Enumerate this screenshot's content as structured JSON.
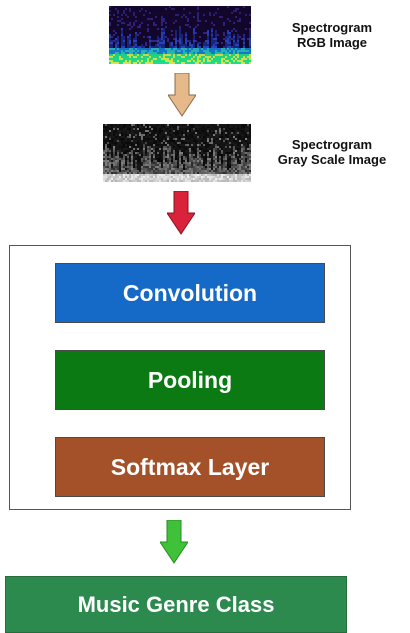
{
  "inputs": {
    "rgb_caption_line1": "Spectrogram",
    "rgb_caption_line2": "RGB Image",
    "gray_caption_line1": "Spectrogram",
    "gray_caption_line2": "Gray Scale Image"
  },
  "cnn": {
    "layers": [
      {
        "label": "Convolution",
        "color": "#1569c7"
      },
      {
        "label": "Pooling",
        "color": "#0b7a12"
      },
      {
        "label": "Softmax Layer",
        "color": "#a4512a"
      }
    ]
  },
  "output": {
    "label": "Music Genre Class",
    "color": "#2d8a4f"
  },
  "arrows": {
    "arrow1_color": "#e6b98a",
    "arrow2_color": "#d8233a",
    "arrow3_color": "#3fc23a"
  }
}
